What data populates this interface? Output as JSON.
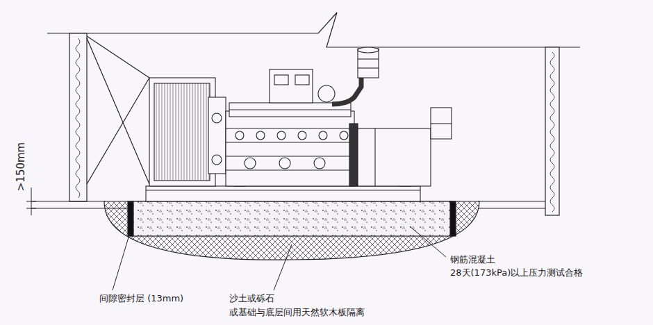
{
  "diagram": {
    "labels": [
      ">150mm",
      "间隙密封层 (13mm)",
      "沙土或砾石",
      "或基础与底层间用天然软木板隔离",
      "钢筋混凝土",
      "28天(173kPa)以上压力测试合格"
    ]
  }
}
